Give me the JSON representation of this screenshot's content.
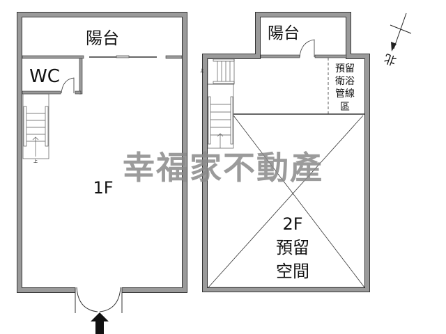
{
  "floor1": {
    "balcony_label": "陽台",
    "wc_label": "WC",
    "floor_label": "1F",
    "stair_label": "上"
  },
  "floor2": {
    "balcony_label": "陽台",
    "reserved_bath_lines": [
      "預留",
      "衛浴",
      "管線",
      "區"
    ],
    "floor_label": "2F",
    "reserved_space_lines": [
      "預留",
      "空間"
    ],
    "stair_label": "上"
  },
  "compass": {
    "north_label": "北"
  },
  "watermark": "幸福家不動產",
  "colors": {
    "wall": "#9a9a9a",
    "line": "#222222",
    "watermark": "#8a8a8a"
  }
}
